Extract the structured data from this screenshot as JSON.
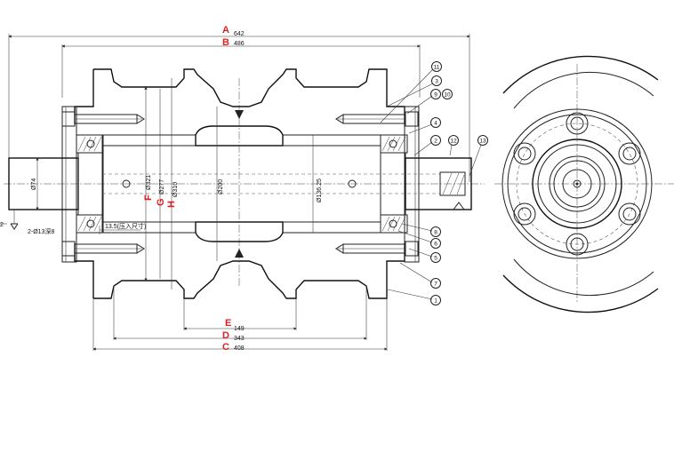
{
  "dimensions": {
    "A": {
      "label": "A",
      "value": "642"
    },
    "B": {
      "label": "B",
      "value": "486"
    },
    "C": {
      "label": "C",
      "value": "408"
    },
    "D": {
      "label": "D",
      "value": "343"
    },
    "E": {
      "label": "E",
      "value": "149"
    }
  },
  "diameters": {
    "F": {
      "label": "F",
      "value": "Ø321"
    },
    "G": {
      "label": "G",
      "value": "Ø277"
    },
    "H": {
      "label": "H",
      "value": "Ø310"
    },
    "shaft": "Ø74",
    "tread": "Ø200",
    "bore": "Ø136.25"
  },
  "notes": {
    "holes": "2-Ø13深8",
    "press": "13.5(压入尺寸)",
    "edge_mark": "2"
  },
  "balloons": [
    "11",
    "3",
    "9",
    "10",
    "4",
    "2",
    "12",
    "13",
    "8",
    "6",
    "5",
    "7",
    "1"
  ],
  "colors": {
    "accent": "#e02020",
    "line": "#222222"
  }
}
